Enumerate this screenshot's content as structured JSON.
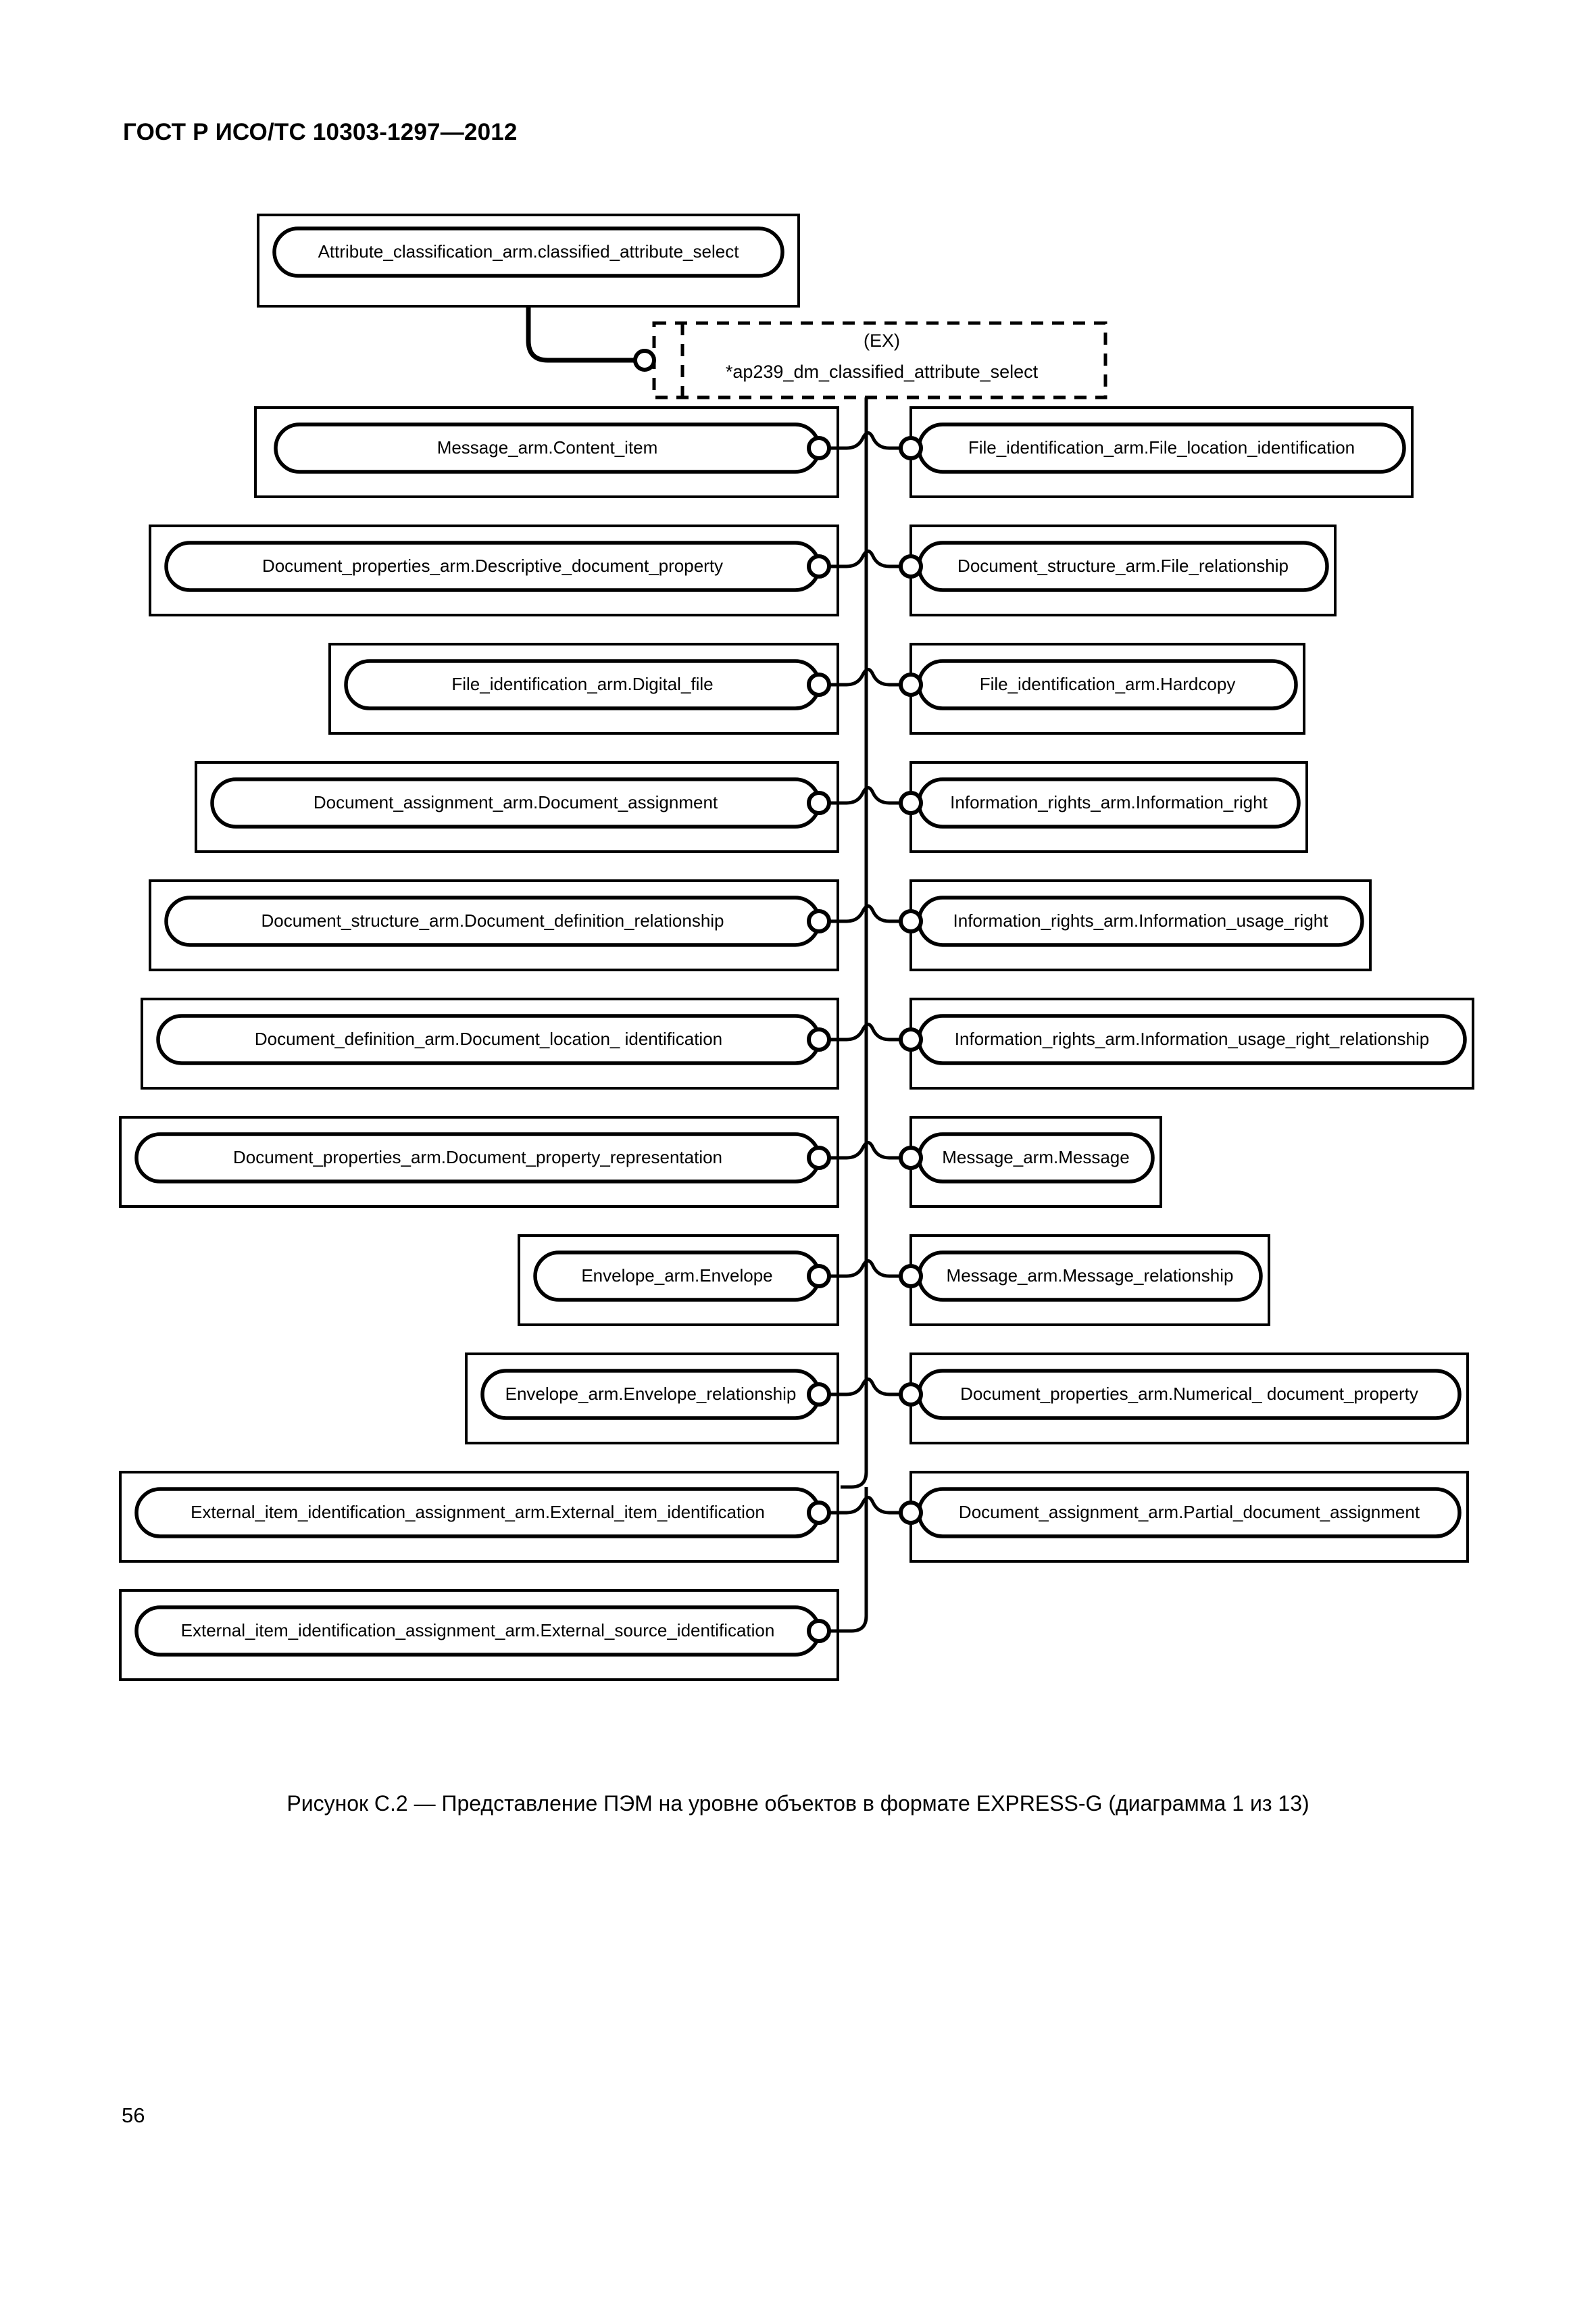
{
  "document": {
    "header": "ГОСТ Р ИСО/ТС 10303-1297—2012",
    "page_number": "56",
    "figure_caption": "Рисунок  С.2 — Представление ПЭМ на уровне объектов в формате EXPRESS-G (диаграмма 1 из 13)"
  },
  "diagram": {
    "type": "EXPRESS-G",
    "root": {
      "label": "Attribute_classification_arm.classified_attribute_select"
    },
    "external_ref": {
      "tag": "(EX)",
      "label": "*ap239_dm_classified_attribute_select"
    },
    "left_nodes": [
      {
        "label": "Message_arm.Content_item"
      },
      {
        "label": "Document_properties_arm.Descriptive_document_property"
      },
      {
        "label": "File_identification_arm.Digital_file"
      },
      {
        "label": "Document_assignment_arm.Document_assignment"
      },
      {
        "label": "Document_structure_arm.Document_definition_relationship"
      },
      {
        "label": "Document_definition_arm.Document_location_ identification"
      },
      {
        "label": "Document_properties_arm.Document_property_representation"
      },
      {
        "label": "Envelope_arm.Envelope"
      },
      {
        "label": "Envelope_arm.Envelope_relationship"
      },
      {
        "label": "External_item_identification_assignment_arm.External_item_identification"
      },
      {
        "label": "External_item_identification_assignment_arm.External_source_identification"
      }
    ],
    "right_nodes": [
      {
        "label": "File_identification_arm.File_location_identification"
      },
      {
        "label": "Document_structure_arm.File_relationship"
      },
      {
        "label": "File_identification_arm.Hardcopy"
      },
      {
        "label": "Information_rights_arm.Information_right"
      },
      {
        "label": "Information_rights_arm.Information_usage_right"
      },
      {
        "label": "Information_rights_arm.Information_usage_right_relationship"
      },
      {
        "label": "Message_arm.Message"
      },
      {
        "label": "Message_arm.Message_relationship"
      },
      {
        "label": "Document_properties_arm.Numerical_ document_property"
      },
      {
        "label": "Document_assignment_arm.Partial_document_assignment"
      }
    ]
  }
}
